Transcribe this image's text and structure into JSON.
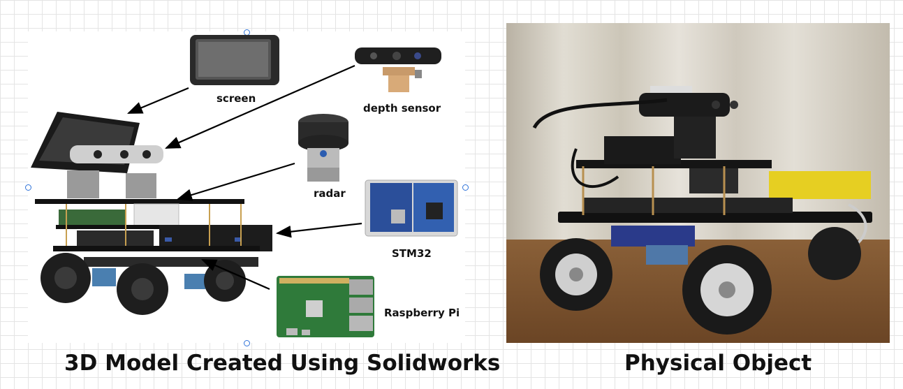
{
  "model_panel": {
    "labels": {
      "screen": "screen",
      "depth_sensor": "depth sensor",
      "radar": "radar",
      "stm32": "STM32",
      "raspberry_pi": "Raspberry Pi"
    },
    "caption": "3D Model Created Using Solidworks"
  },
  "photo_panel": {
    "caption": "Physical Object"
  },
  "colors": {
    "selection_handle": "#2f73d9",
    "grid": "#e4e4e4",
    "wheel_blue": "#4a7fb0",
    "pcb_green": "#2f7a3a",
    "stm32_blue": "#2b4f9a",
    "lidar_yellow": "#e8d020"
  }
}
